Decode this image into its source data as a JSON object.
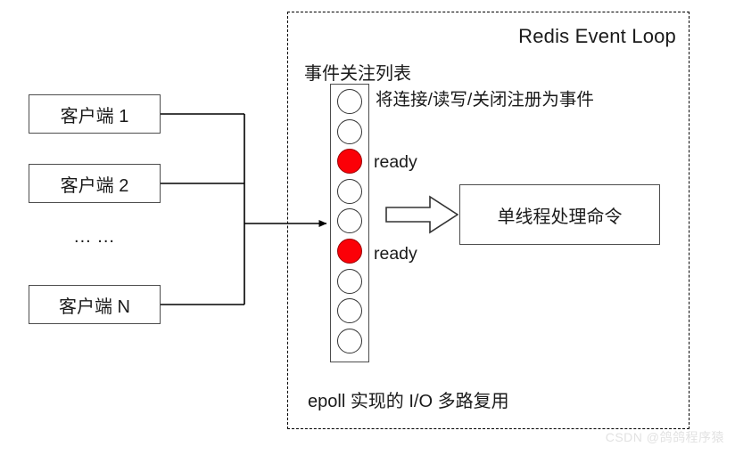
{
  "diagram": {
    "title": "Redis Event Loop",
    "watch_list_label": "事件关注列表",
    "epoll_label": "epoll 实现的 I/O 多路复用",
    "register_note": "将连接/读写/关闭注册为事件",
    "command_box_label": "单线程处理命令",
    "ready_label_top": "ready",
    "ready_label_bottom": "ready",
    "ellipsis": "... ...",
    "clients": [
      {
        "label": "客户端 1"
      },
      {
        "label": "客户端 2"
      },
      {
        "label": "客户端 N"
      }
    ],
    "event_slots": [
      {
        "index": 1,
        "state": "idle"
      },
      {
        "index": 2,
        "state": "idle"
      },
      {
        "index": 3,
        "state": "ready"
      },
      {
        "index": 4,
        "state": "idle"
      },
      {
        "index": 5,
        "state": "idle"
      },
      {
        "index": 6,
        "state": "ready"
      },
      {
        "index": 7,
        "state": "idle"
      },
      {
        "index": 8,
        "state": "idle"
      },
      {
        "index": 9,
        "state": "idle"
      }
    ],
    "colors": {
      "ready_fill": "#fb0007",
      "idle_fill": "#ffffff",
      "stroke": "#4d4d4d",
      "text": "#1a1a1a",
      "watermark": "#e2e2e2"
    },
    "icons": {
      "block_arrow": "block-arrow-right-icon",
      "flow_arrow": "arrow-right-icon"
    }
  },
  "watermark": "CSDN @鸽鸽程序猿"
}
